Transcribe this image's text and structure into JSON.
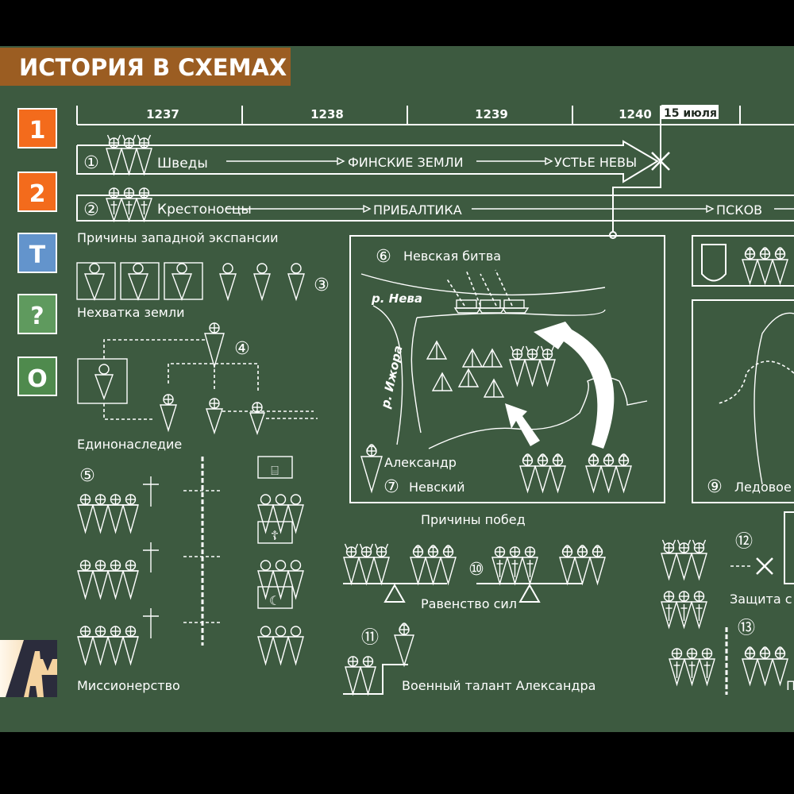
{
  "header": {
    "title": "ИСТОРИЯ В СХЕМАХ"
  },
  "sidebar": {
    "items": [
      {
        "label": "1",
        "color": "#f36b1c"
      },
      {
        "label": "2",
        "color": "#f36b1c"
      },
      {
        "label": "T",
        "color": "#6394cc"
      },
      {
        "label": "?",
        "color": "#5f9a5e"
      },
      {
        "label": "O",
        "color": "#4f8a4d"
      }
    ]
  },
  "logo": {
    "text": "AM"
  },
  "colors": {
    "background": "#3d5a40",
    "banner": "#9b5d22",
    "ink": "#ffffff"
  },
  "timeline": {
    "years": [
      "1237",
      "1238",
      "1239",
      "1240"
    ],
    "date_marker": "15 июля"
  },
  "rows": [
    {
      "number": "①",
      "label": "Шведы",
      "stops": [
        "ФИНСКИЕ ЗЕМЛИ",
        "УСТЬЕ НЕВЫ"
      ]
    },
    {
      "number": "②",
      "label": "Крестоносцы",
      "stops": [
        "ПРИБАЛТИКА",
        "ПСКОВ"
      ]
    }
  ],
  "causes": {
    "title": "Причины западной экспансии",
    "land": {
      "number": "③",
      "label": "Нехватка земли"
    },
    "inheritance": {
      "number": "④",
      "label": "Единонаследие"
    },
    "mission": {
      "number": "⑤",
      "label": "Миссионерство"
    }
  },
  "neva": {
    "number": "⑥",
    "title": "Невская битва",
    "river1": "р. Нева",
    "river2": "р. Ижора",
    "commander_number": "⑦",
    "commander_line1": "Александр",
    "commander_line2": "Невский"
  },
  "ice": {
    "number": "⑨",
    "title": "Ледовое"
  },
  "victory": {
    "title": "Причины побед",
    "balance": {
      "number": "⑩",
      "label": "Равенство сил"
    },
    "talent": {
      "number": "⑪",
      "label": "Военный талант Александра"
    },
    "defense": {
      "number": "⑫",
      "label": "Защита с"
    },
    "item13": {
      "number": "⑬",
      "label": "П"
    }
  }
}
